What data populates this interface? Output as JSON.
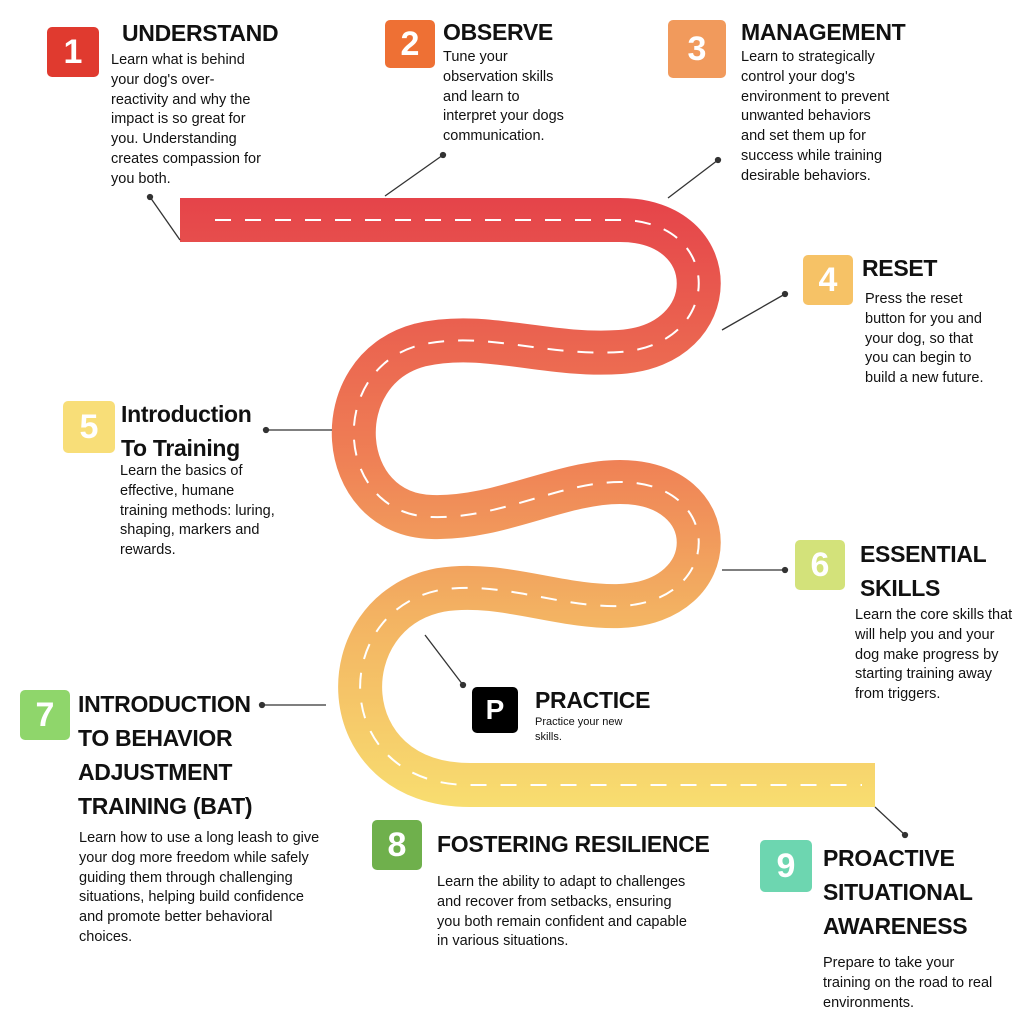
{
  "colors": {
    "road_top": "#e5444a",
    "road_mid": "#ef7f55",
    "road_low": "#f3b262",
    "road_bottom": "#f8de70",
    "connector": "#333333"
  },
  "steps": [
    {
      "badge": "1",
      "title": "UNDERSTAND",
      "text": "Learn what is behind your dog's over-reactivity and why the impact is so great for you. Understanding creates compassion for you both.",
      "color": "#e03a2f"
    },
    {
      "badge": "2",
      "title": "OBSERVE",
      "text": "Tune your observation skills and learn to interpret  your dogs communication.",
      "color": "#ee7034"
    },
    {
      "badge": "3",
      "title": "MANAGEMENT",
      "text": "Learn to strategically control your dog's environment to prevent unwanted behaviors and set them up for success while training desirable behaviors.",
      "color": "#f19a5c"
    },
    {
      "badge": "4",
      "title": "RESET",
      "text": "Press the reset button for you and your dog, so that you can begin to build a new future.",
      "color": "#f6c266"
    },
    {
      "badge": "5",
      "title": "Introduction To Training",
      "text": "Learn the basics of effective, humane training methods: luring, shaping, markers and rewards.",
      "color": "#f8de78"
    },
    {
      "badge": "6",
      "title": "ESSENTIAL SKILLS",
      "text": "Learn the core skills that will help you and your dog make progress by starting training away from triggers.",
      "color": "#d3e27a"
    },
    {
      "badge": "7",
      "title": "INTRODUCTION TO BEHAVIOR ADJUSTMENT TRAINING (BAT)",
      "text": "Learn how to use a long leash to give your dog more freedom while safely guiding them through challenging situations, helping build confidence and promote better behavioral choices.",
      "color": "#8fd66b"
    },
    {
      "badge": "8",
      "title": "FOSTERING RESILIENCE",
      "text": "Learn the ability to adapt to challenges and recover from setbacks, ensuring you both remain confident and capable in various situations.",
      "color": "#6fb04c"
    },
    {
      "badge": "9",
      "title": "PROACTIVE SITUATIONAL AWARENESS",
      "text": "Prepare to take your training on the road to real environments.",
      "color": "#6dd6b0"
    }
  ],
  "practice": {
    "badge": "P",
    "title": "PRACTICE",
    "text": "Practice your new skills.",
    "color": "#000000"
  }
}
